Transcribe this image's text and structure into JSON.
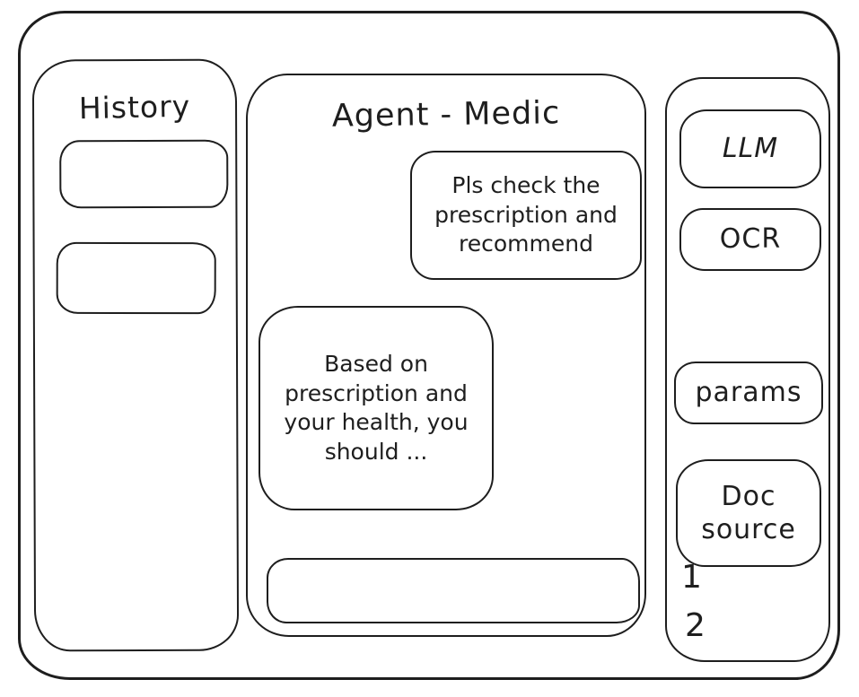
{
  "app": {
    "background": "#ffffff",
    "stroke_color": "#1e1e1e"
  },
  "history_panel": {
    "title": "History",
    "items": [
      {
        "label": ""
      },
      {
        "label": ""
      }
    ]
  },
  "chat_panel": {
    "title": "Agent - Medic",
    "messages": [
      {
        "role": "user",
        "text": "Pls check the prescription and recommend"
      },
      {
        "role": "assistant",
        "text": "Based on prescription and your health, you should ..."
      }
    ],
    "input": {
      "value": "",
      "placeholder": ""
    }
  },
  "tools_panel": {
    "buttons": [
      {
        "label": "LLM"
      },
      {
        "label": "OCR"
      },
      {
        "label": "params"
      },
      {
        "label": "Doc source"
      }
    ],
    "doc_source_items": [
      "1",
      "2"
    ]
  }
}
